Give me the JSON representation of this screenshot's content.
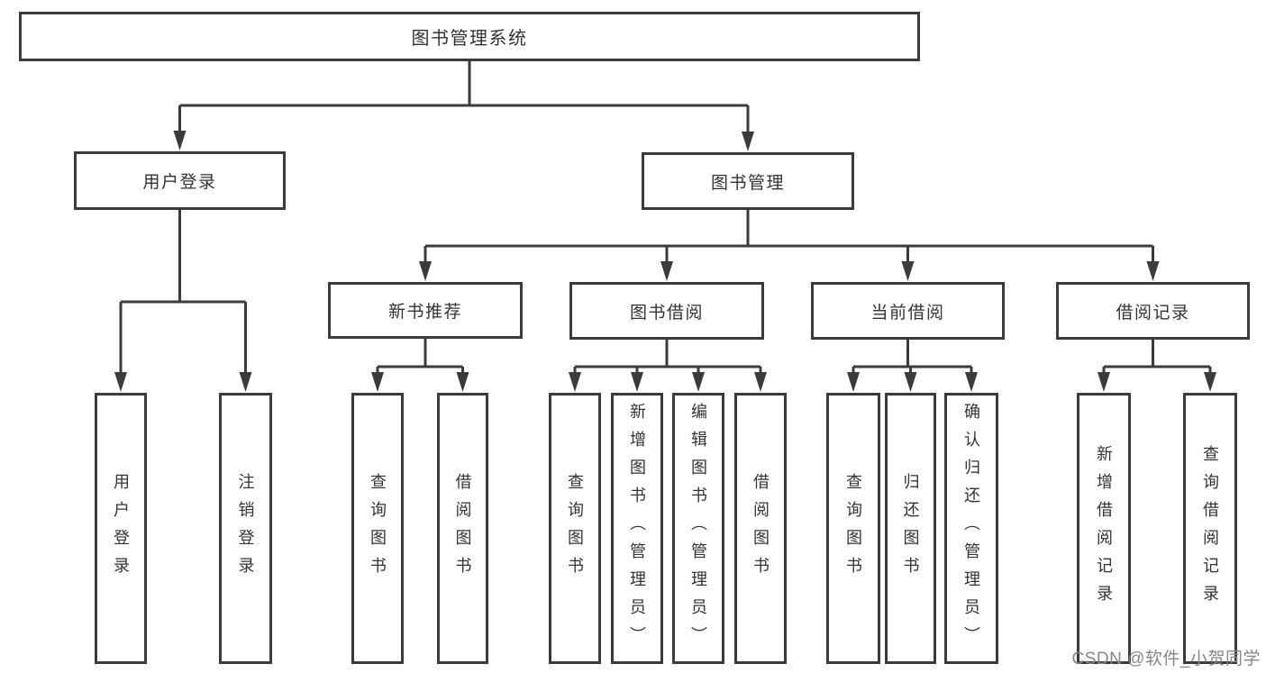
{
  "diagram": {
    "root": {
      "label": "图书管理系统",
      "children": [
        {
          "label": "用户登录",
          "children": [
            {
              "label": "用户登录"
            },
            {
              "label": "注销登录"
            }
          ]
        },
        {
          "label": "图书管理",
          "children": [
            {
              "label": "新书推荐",
              "children": [
                {
                  "label": "查询图书"
                },
                {
                  "label": "借阅图书"
                }
              ]
            },
            {
              "label": "图书借阅",
              "children": [
                {
                  "label": "查询图书"
                },
                {
                  "label": "新增图书（管理员）"
                },
                {
                  "label": "编辑图书（管理员）"
                },
                {
                  "label": "借阅图书"
                }
              ]
            },
            {
              "label": "当前借阅",
              "children": [
                {
                  "label": "查询图书"
                },
                {
                  "label": "归还图书"
                },
                {
                  "label": "确认归还（管理员）"
                }
              ]
            },
            {
              "label": "借阅记录",
              "children": [
                {
                  "label": "新增借阅记录"
                },
                {
                  "label": "查询借阅记录"
                }
              ]
            }
          ]
        }
      ]
    },
    "watermark": "CSDN @软件_小贺同学"
  },
  "colors": {
    "line": "#3b3b3b",
    "text": "#333333",
    "background": "#ffffff",
    "watermark": "#878787"
  }
}
